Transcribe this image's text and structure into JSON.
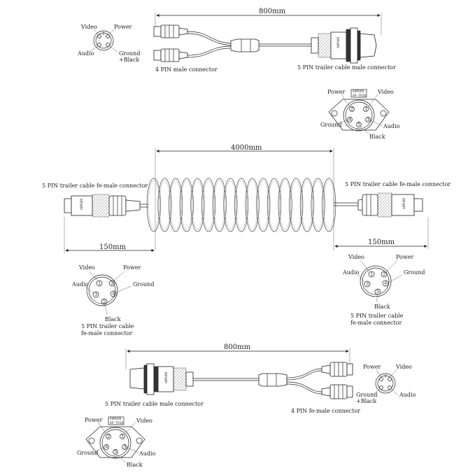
{
  "top_assembly": {
    "length": "800mm",
    "left_label": "4 PIN male connector",
    "right_label": "5 PIN trailer cable male connector"
  },
  "top_pinout_4": {
    "video": "Video",
    "power": "Power",
    "audio": "Audio",
    "ground": "Ground",
    "black": "+Black"
  },
  "top_pinout_5": {
    "plate_text_1": "AOPUXO",
    "plate_text_2": "AP-TP20",
    "power": "Power",
    "video": "Video",
    "ground": "Ground",
    "audio": "Audio",
    "black": "Black",
    "pins": [
      "1",
      "2",
      "3",
      "4",
      "5"
    ]
  },
  "coil_assembly": {
    "length": "4000mm",
    "left_label": "5 PIN trailer cable fe-male connector",
    "right_label": "5 PIN trailer cable fe-male connector",
    "left_tail": "150mm",
    "right_tail": "150mm",
    "connector_text": "AOPUXO"
  },
  "mid_left_pinout": {
    "video": "Video",
    "power": "Power",
    "audio": "Audio",
    "ground": "Ground",
    "black": "Black",
    "caption_1": "5 PIN trailer cable",
    "caption_2": "fe-male connector",
    "pins": [
      "1",
      "2",
      "3",
      "4",
      "5"
    ]
  },
  "mid_right_pinout": {
    "video": "Video",
    "power": "Power",
    "audio": "Audio",
    "ground": "Ground",
    "black": "Black",
    "caption_1": "5 PIN trailer cable",
    "caption_2": "fe-male connector",
    "pins": [
      "1",
      "2",
      "3",
      "4",
      "5"
    ]
  },
  "bottom_assembly": {
    "length": "800mm",
    "left_label": "5 PIN trailer cable male connector",
    "right_label": "4 PIN fe-male connector"
  },
  "bottom_pinout_4": {
    "power": "Power",
    "video": "Video",
    "ground": "Ground",
    "black": "+Black",
    "audio": "Audio"
  },
  "bottom_pinout_5": {
    "plate_text_1": "AOPUXO",
    "plate_text_2": "AP-TP20",
    "power": "Power",
    "video": "Video",
    "ground": "Ground",
    "audio": "Audio",
    "black": "Black",
    "pins": [
      "1",
      "2",
      "3",
      "4",
      "5"
    ]
  }
}
